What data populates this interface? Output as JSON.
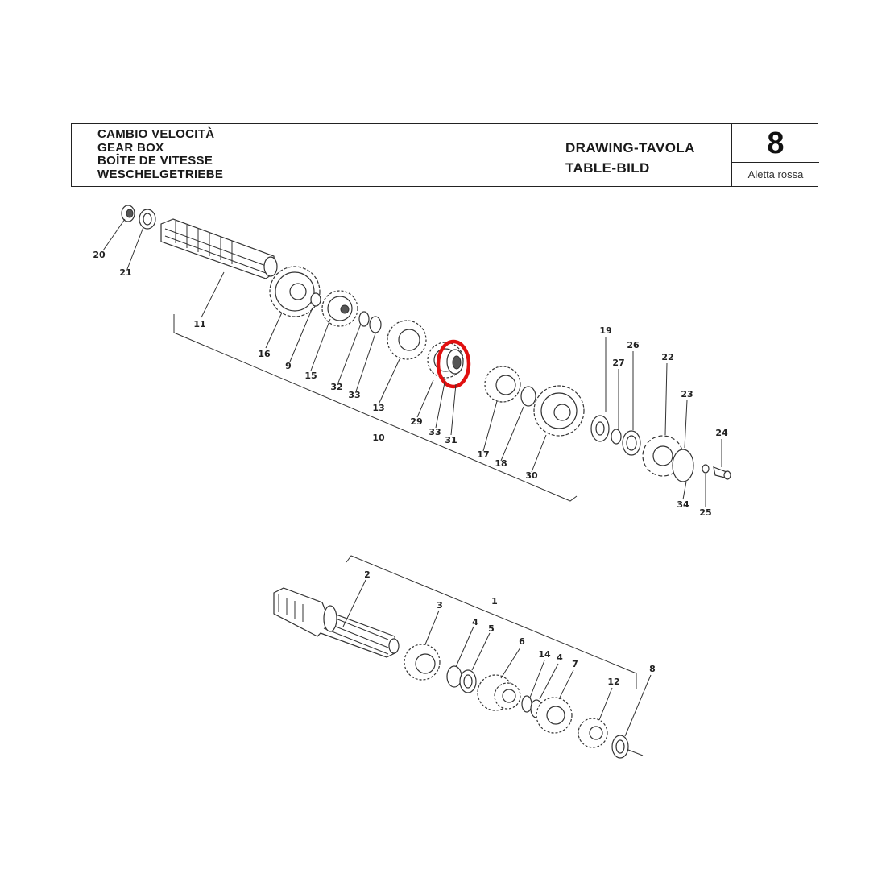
{
  "header": {
    "titles": [
      "CAMBIO VELOCITÀ",
      "GEAR BOX",
      "BOÎTE DE VITESSE",
      "WESCHELGETRIEBE"
    ],
    "drawing_label_1": "DRAWING-TAVOLA",
    "drawing_label_2": "TABLE-BILD",
    "table_number": "8",
    "table_note": "Aletta rossa"
  },
  "highlight": {
    "part": "31",
    "color": "#e01010"
  },
  "upper_assembly": {
    "group_labels": [
      "10"
    ],
    "callouts": [
      "20",
      "21",
      "11",
      "16",
      "9",
      "15",
      "32",
      "33",
      "13",
      "29",
      "33",
      "31",
      "17",
      "18",
      "30",
      "19",
      "27",
      "26",
      "22",
      "23",
      "24",
      "34",
      "25"
    ]
  },
  "lower_assembly": {
    "group_labels": [
      "1"
    ],
    "callouts": [
      "2",
      "3",
      "4",
      "5",
      "6",
      "14",
      "4",
      "7",
      "12",
      "8"
    ]
  }
}
